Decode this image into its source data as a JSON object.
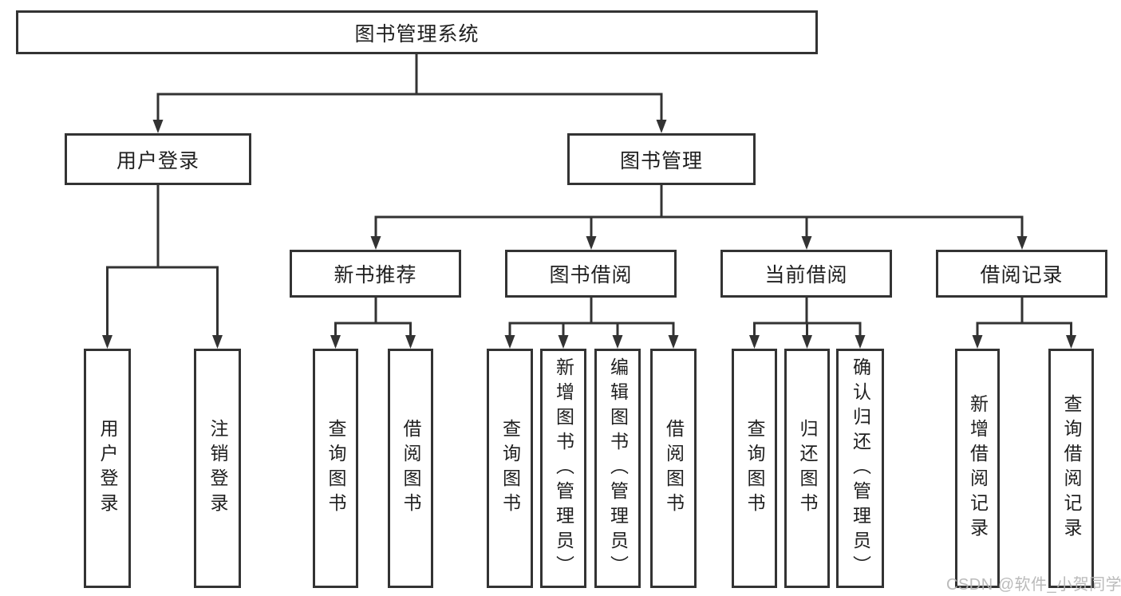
{
  "diagram_title": "图书管理系统",
  "nodes": {
    "root": "图书管理系统",
    "user_login_branch": "用户登录",
    "book_mgmt_branch": "图书管理",
    "new_book_group": "新书推荐",
    "book_borrow_group": "图书借阅",
    "current_borrow_group": "当前借阅",
    "borrow_record_group": "借阅记录",
    "leaf_user_login": "用户登录",
    "leaf_logout": "注销登录",
    "leaf_nb_query_book": "查询图书",
    "leaf_nb_borrow_book": "借阅图书",
    "leaf_bb_query_book": "查询图书",
    "leaf_bb_add_book": "新增图书（管理员）",
    "leaf_bb_edit_book": "编辑图书（管理员）",
    "leaf_bb_borrow_book": "借阅图书",
    "leaf_cb_query_book": "查询图书",
    "leaf_cb_return_book": "归还图书",
    "leaf_cb_confirm_return": "确认归还（管理员）",
    "leaf_br_add_record": "新增借阅记录",
    "leaf_br_query_record": "查询借阅记录"
  },
  "watermark": "CSDN @软件_小贺同学",
  "colors": {
    "line": "#333333",
    "box_border": "#333333",
    "text": "#1f1f1f",
    "watermark": "#b5b5b5",
    "background": "#ffffff"
  }
}
